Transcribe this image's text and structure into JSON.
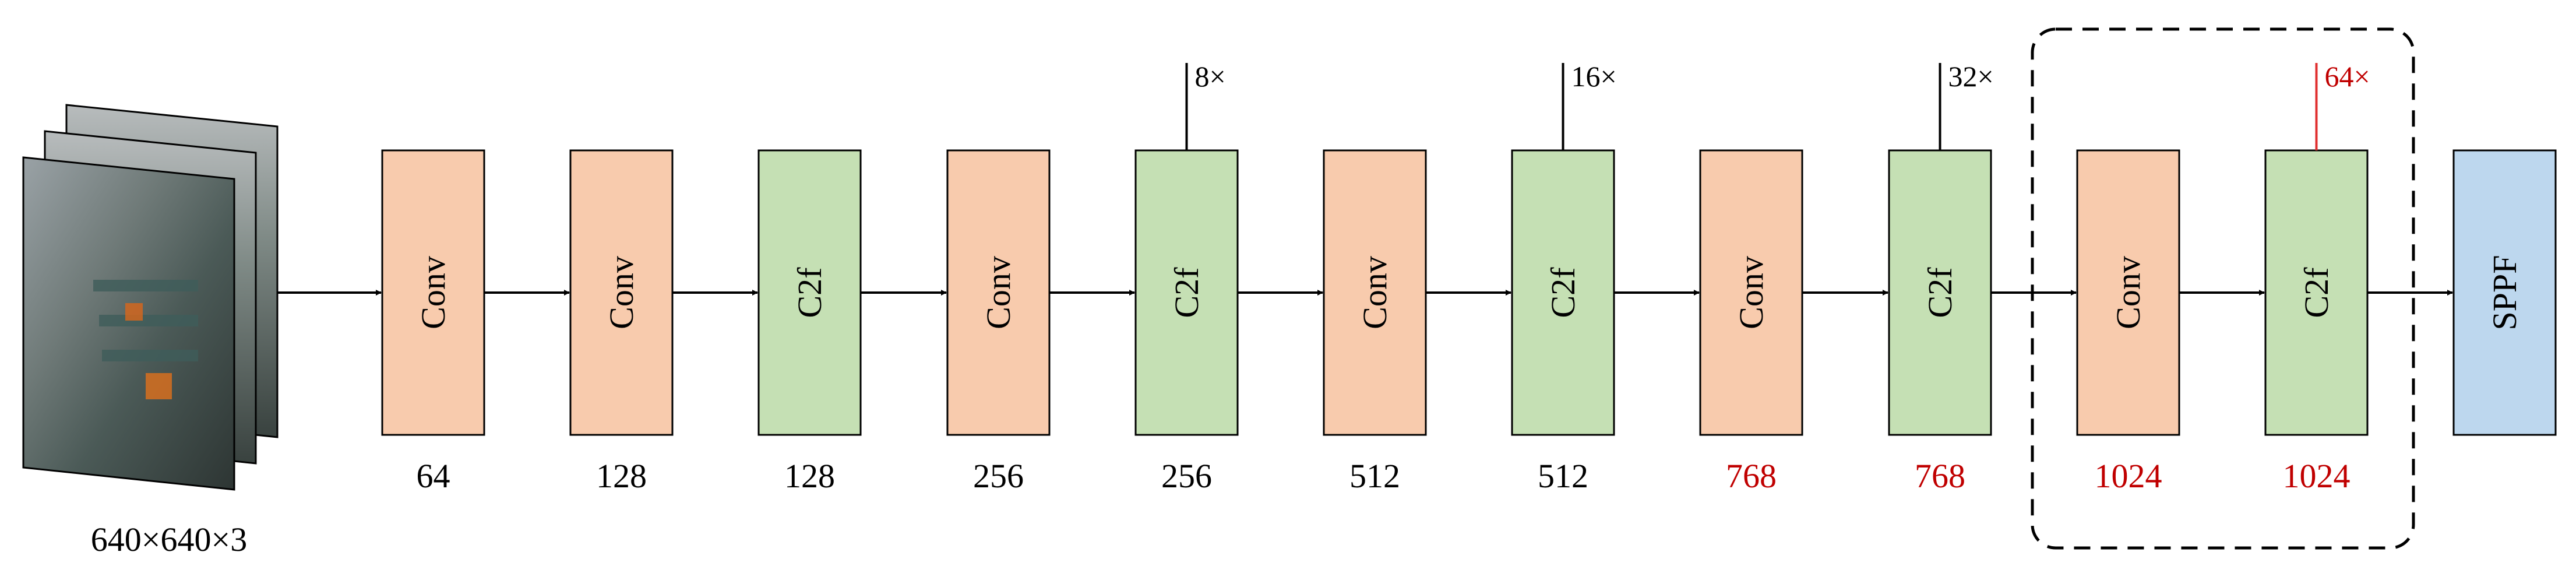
{
  "input": {
    "size_label": "640×640×3",
    "frames": 3
  },
  "blocks": [
    {
      "type": "Conv",
      "channels": "64",
      "highlight": false,
      "scale": ""
    },
    {
      "type": "Conv",
      "channels": "128",
      "highlight": false,
      "scale": ""
    },
    {
      "type": "C2f",
      "channels": "128",
      "highlight": false,
      "scale": ""
    },
    {
      "type": "Conv",
      "channels": "256",
      "highlight": false,
      "scale": ""
    },
    {
      "type": "C2f",
      "channels": "256",
      "highlight": false,
      "scale": "8×"
    },
    {
      "type": "Conv",
      "channels": "512",
      "highlight": false,
      "scale": ""
    },
    {
      "type": "C2f",
      "channels": "512",
      "highlight": false,
      "scale": "16×"
    },
    {
      "type": "Conv",
      "channels": "768",
      "highlight": true,
      "scale": ""
    },
    {
      "type": "C2f",
      "channels": "768",
      "highlight": true,
      "scale": "32×"
    },
    {
      "type": "Conv",
      "channels": "1024",
      "highlight": true,
      "scale": ""
    },
    {
      "type": "C2f",
      "channels": "1024",
      "highlight": true,
      "scale": "64×",
      "scale_highlight": true
    },
    {
      "type": "SPPF",
      "channels": "",
      "highlight": false,
      "scale": ""
    }
  ],
  "colors": {
    "Conv": "#f8cbad",
    "C2f": "#c5e0b4",
    "SPPF": "#bdd7ee",
    "highlight_text": "#c00000",
    "normal_text": "#000000",
    "stroke": "#000000"
  }
}
